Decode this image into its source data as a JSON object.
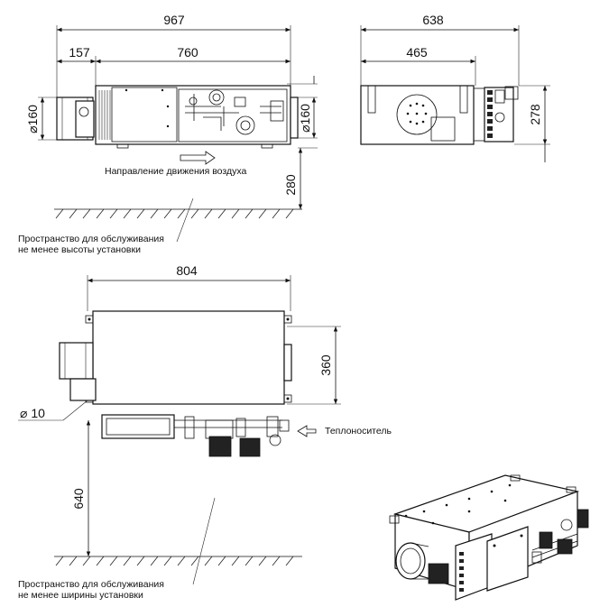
{
  "front_view": {
    "dim_total": "967",
    "dim_left": "157",
    "dim_body": "760",
    "dim_dia_left": "⌀160",
    "dim_dia_right": "⌀160",
    "dim_height": "280",
    "airflow_label": "Направление движения воздуха",
    "service_label_1": "Пространство для обслуживания",
    "service_label_2": "не менее высоты установки"
  },
  "side_view": {
    "dim_total": "638",
    "dim_inner": "465",
    "dim_height": "278"
  },
  "top_view": {
    "dim_width": "804",
    "dim_depth": "360",
    "dim_hole": "⌀ 10",
    "coolant_label": "Теплоноситель",
    "dim_height": "640",
    "service_label_1": "Пространство для обслуживания",
    "service_label_2": "не менее ширины установки"
  },
  "colors": {
    "line": "#111111",
    "background": "#ffffff"
  }
}
